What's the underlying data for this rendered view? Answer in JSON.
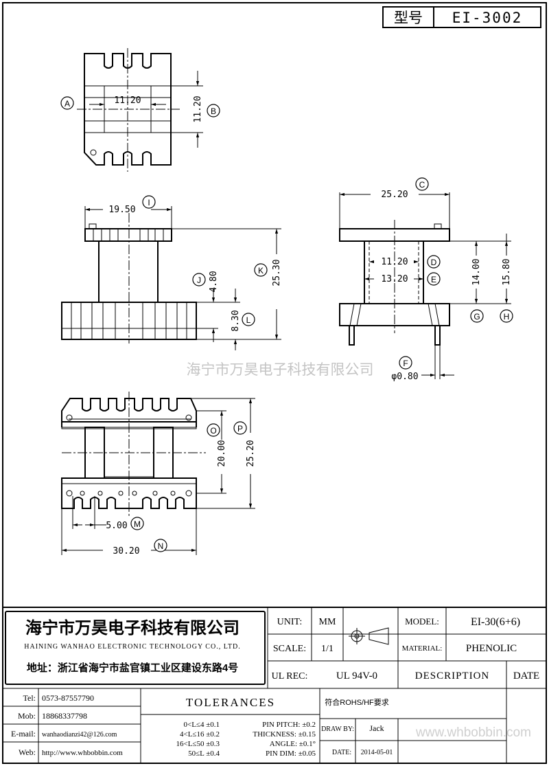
{
  "header": {
    "type_label": "型号",
    "part_number": "EI-3002"
  },
  "watermark": {
    "center_text": "海宁市万昊电子科技有限公司",
    "corner_text": "www.whbobbin.com"
  },
  "top_view": {
    "dim_width": "11.20",
    "dim_height": "11.20",
    "marker_a": "A",
    "marker_b": "B"
  },
  "side_view": {
    "dim_width": "19.50",
    "dim_total_height": "25.30",
    "dim_j": "4.80",
    "dim_l": "8.30",
    "marker_i": "I",
    "marker_k": "K",
    "marker_j": "J",
    "marker_l": "L"
  },
  "front_view": {
    "dim_width": "25.20",
    "dim_d": "11.20",
    "dim_e": "13.20",
    "dim_g": "14.00",
    "dim_h": "15.80",
    "dim_pin": "φ0.80",
    "marker_c": "C",
    "marker_d": "D",
    "marker_e": "E",
    "marker_g": "G",
    "marker_h": "H",
    "marker_f": "F"
  },
  "bottom_view": {
    "dim_o": "20.00",
    "dim_p": "25.20",
    "dim_m": "5.00",
    "dim_n": "30.20",
    "marker_o": "O",
    "marker_p": "P",
    "marker_m": "M",
    "marker_n": "N"
  },
  "title_block": {
    "company_cn": "海宁市万昊电子科技有限公司",
    "company_en": "HAINING WANHAO ELECTRONIC TECHNOLOGY CO., LTD.",
    "address": "地址：浙江省海宁市盐官镇工业区建设东路4号",
    "unit_label": "UNIT:",
    "unit_value": "MM",
    "scale_label": "SCALE:",
    "scale_value": "1/1",
    "ul_label": "UL REC:",
    "ul_value": "UL 94V-0",
    "model_label": "MODEL:",
    "model_value": "EI-30(6+6)",
    "material_label": "MATERIAL:",
    "material_value": "PHENOLIC",
    "description_label": "DESCRIPTION",
    "date_label": "DATE",
    "tel_label": "Tel:",
    "tel_value": "0573-87557790",
    "mob_label": "Mob:",
    "mob_value": "18868337798",
    "email_label": "E-mail:",
    "email_value": "wanhaodianzi42@126.com",
    "web_label": "Web:",
    "web_value": "http://www.whbobbin.com",
    "tolerances_title": "TOLERANCES",
    "tol_1": "0<L≤4  ±0.1",
    "tol_2": "4<L≤16  ±0.2",
    "tol_3": "16<L≤50  ±0.3",
    "tol_4": "50≤L  ±0.4",
    "pin_pitch": "PIN PITCH: ±0.2",
    "thickness": "THICKNESS: ±0.15",
    "angle": "ANGLE: ±0.1°",
    "pin_dim": "PIN DIM: ±0.05",
    "rohs": "符合ROHS/HF要求",
    "draw_by_label": "DRAW BY:",
    "draw_by_value": "Jack",
    "date_field_label": "DATE:",
    "date_field_value": "2014-05-01"
  }
}
